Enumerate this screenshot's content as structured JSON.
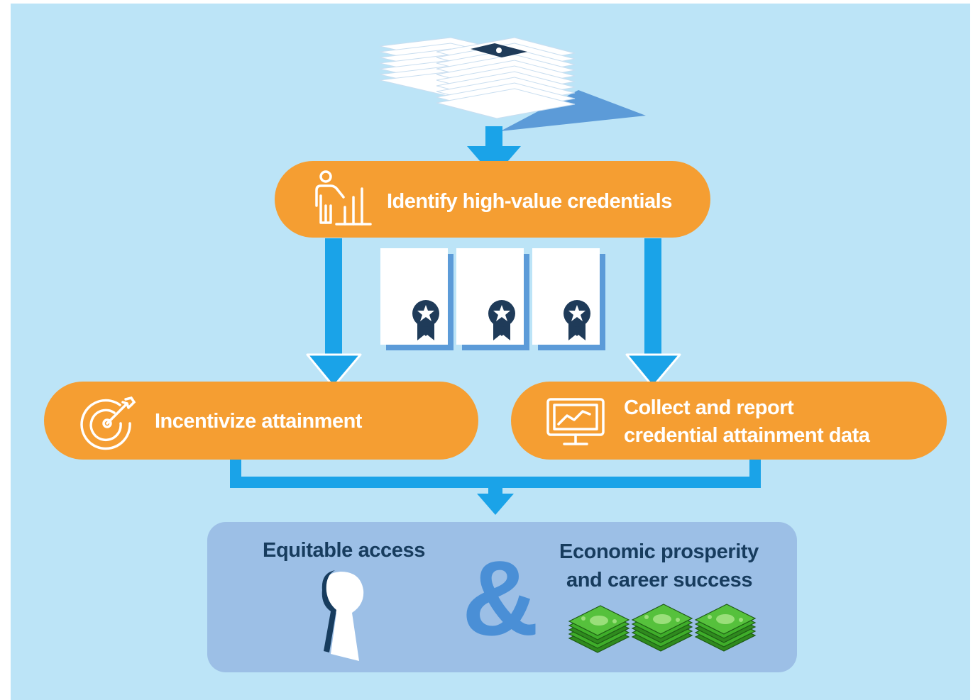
{
  "colors": {
    "background": "#bce4f7",
    "arrow": "#1aa3e8",
    "pill": "#f59e32",
    "outcome_box": "#9cbfe6",
    "outcome_text": "#173c5e",
    "ampersand": "#4a8fd6",
    "badge": "#1f3b59",
    "money": "#3fae2a"
  },
  "diagram": {
    "identify": {
      "label": "Identify high-value credentials",
      "icon": "person-chart-icon"
    },
    "incentivize": {
      "label": "Incentivize attainment",
      "icon": "target-icon"
    },
    "collect": {
      "label_line1": "Collect and report",
      "label_line2": "credential attainment data",
      "icon": "monitor-chart-icon"
    },
    "outcomes": {
      "equitable": {
        "label": "Equitable access",
        "icon": "keyhole-icon"
      },
      "ampersand": "&",
      "prosperity": {
        "label_line1": "Economic prosperity",
        "label_line2": "and career success",
        "icon": "money-stack-icon"
      }
    }
  }
}
